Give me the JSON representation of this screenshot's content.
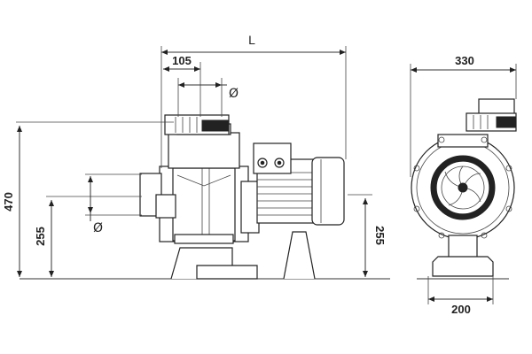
{
  "dimensions": {
    "overall_length": "L",
    "inlet_offset": "105",
    "outlet_diameter": "Ø",
    "suction_diameter": "Ø",
    "total_height": "470",
    "suction_axis_height": "255",
    "motor_axis_height": "255",
    "side_width": "330",
    "base_width": "200"
  },
  "colors": {
    "line": "#222222",
    "background": "#ffffff"
  }
}
